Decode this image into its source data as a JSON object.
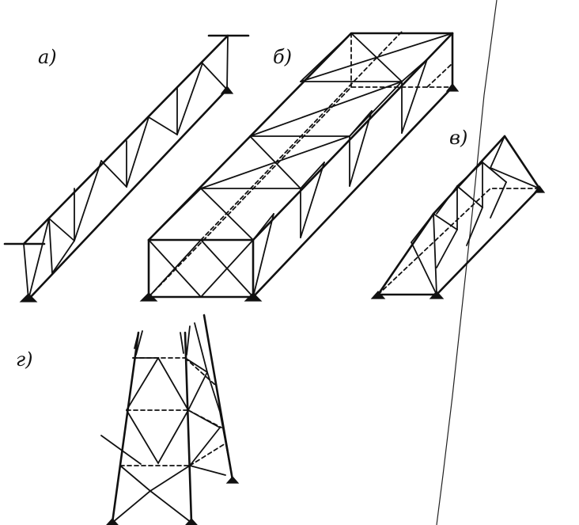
{
  "figures": [
    {
      "id": "a",
      "label": "а)"
    },
    {
      "id": "b",
      "label": "б)"
    },
    {
      "id": "v",
      "label": "в)"
    },
    {
      "id": "g",
      "label": "г)"
    }
  ]
}
